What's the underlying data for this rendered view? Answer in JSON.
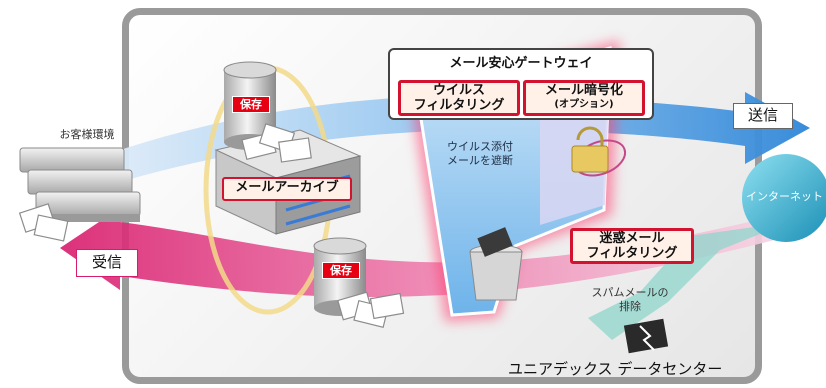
{
  "gateway": {
    "title": "メール安心ゲートウェイ",
    "virus_line1": "ウイルス",
    "virus_line2": "フィルタリング",
    "encrypt_line1": "メール暗号化",
    "encrypt_line2": "(オプション)"
  },
  "labels": {
    "send": "送信",
    "receive": "受信",
    "customer": "お客様環境",
    "internet": "インターネット",
    "archive": "メールアーカイブ",
    "store_top": "保存",
    "store_bottom": "保存",
    "virus_block_line1": "ウイルス添付",
    "virus_block_line2": "メールを遮断",
    "spam_filter_line1": "迷惑メール",
    "spam_filter_line2": "フィルタリング",
    "spam_remove_line1": "スパムメールの",
    "spam_remove_line2": "排除",
    "datacenter": "ユニアデックス データセンター"
  },
  "colors": {
    "send_arrow": "#4a9fe0",
    "receive_arrow": "#e2317c",
    "gateway_border": "#d2122e",
    "spam_arrow": "#7fcfc4",
    "internet_globe": "#2fa8c8"
  }
}
